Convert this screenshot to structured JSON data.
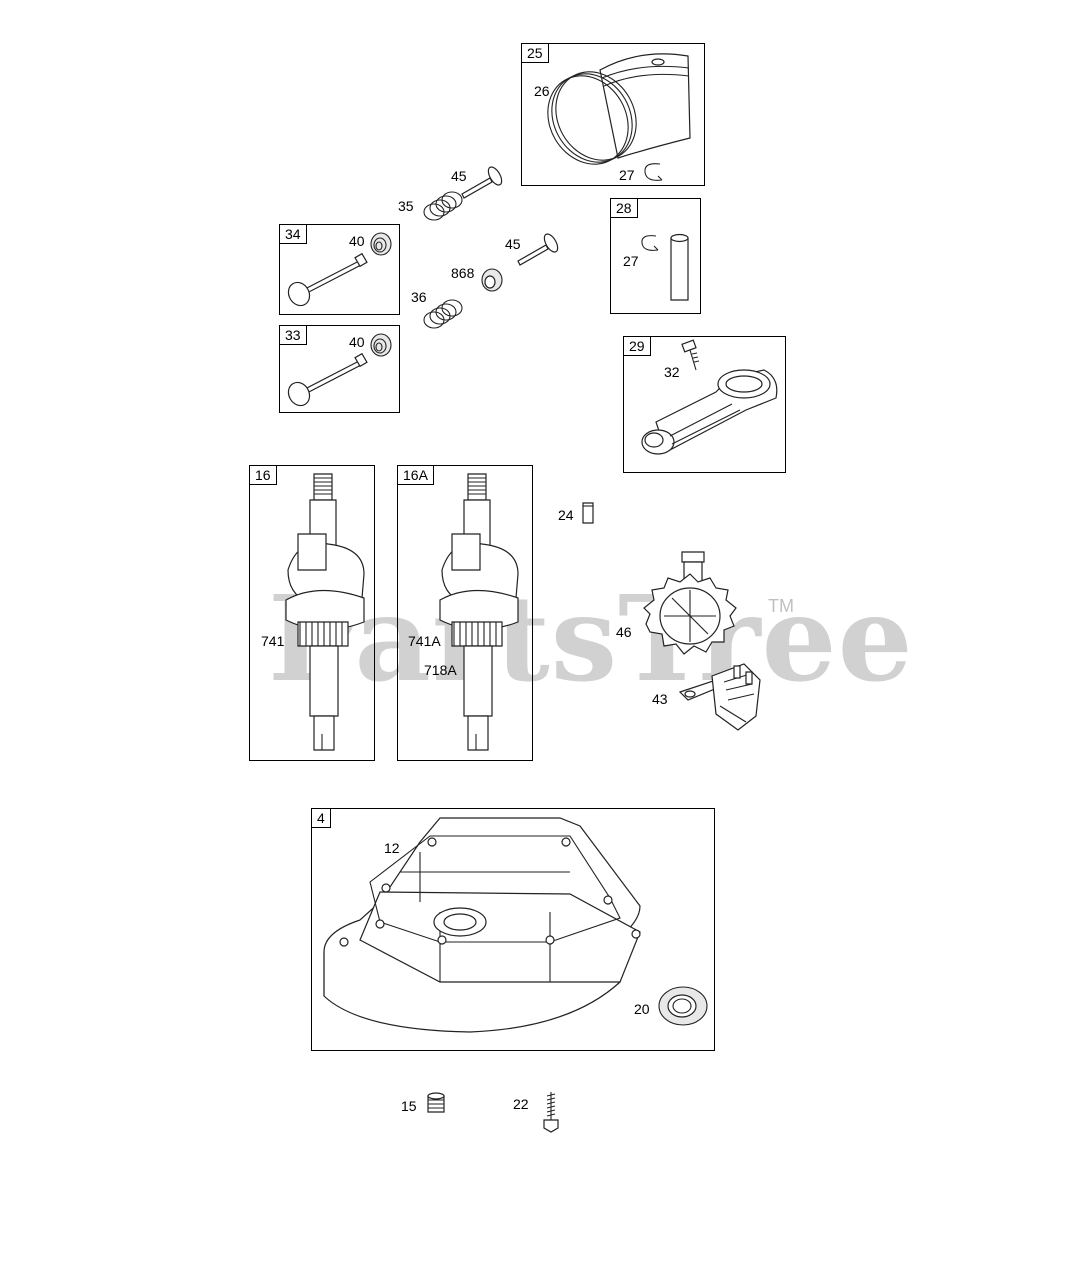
{
  "watermark": {
    "brand": "PartsTree",
    "tm": "TM"
  },
  "groups": {
    "g25": "25",
    "g28": "28",
    "g34": "34",
    "g33": "33",
    "g29": "29",
    "g16": "16",
    "g16a": "16A",
    "g4": "4"
  },
  "callouts": {
    "c26": "26",
    "c27a": "27",
    "c27b": "27",
    "c45a": "45",
    "c45b": "45",
    "c35": "35",
    "c36": "36",
    "c40a": "40",
    "c40b": "40",
    "c868": "868",
    "c32": "32",
    "c24": "24",
    "c741": "741",
    "c741a": "741A",
    "c718a": "718A",
    "c46": "46",
    "c43": "43",
    "c12": "12",
    "c20": "20",
    "c15": "15",
    "c22": "22"
  }
}
